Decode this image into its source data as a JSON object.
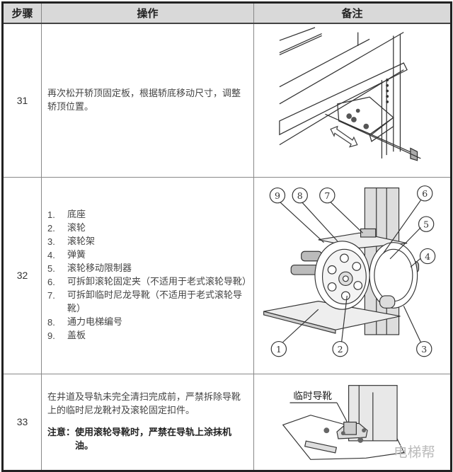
{
  "table": {
    "headers": [
      "步骤",
      "操作",
      "备注"
    ],
    "rows": [
      {
        "step": "31",
        "operation": "再次松开轿顶固定板，根据轿底移动尺寸，调整轿顶位置。",
        "figure": "car-top-fixing-plate-adjustment-illustration"
      },
      {
        "step": "32",
        "items": [
          {
            "num": "1.",
            "text": "底座"
          },
          {
            "num": "2.",
            "text": "滚轮"
          },
          {
            "num": "3.",
            "text": "滚轮架"
          },
          {
            "num": "4.",
            "text": "弹簧"
          },
          {
            "num": "5.",
            "text": "滚轮移动限制器"
          },
          {
            "num": "6.",
            "text": "可拆卸滚轮固定夹（不适用于老式滚轮导靴）"
          },
          {
            "num": "7.",
            "text": "可拆卸临时尼龙导靴（不适用于老式滚轮导靴）"
          },
          {
            "num": "8.",
            "text": "通力电梯编号"
          },
          {
            "num": "9.",
            "text": "盖板"
          }
        ],
        "figure": "roller-guide-shoe-illustration",
        "callouts": [
          "1",
          "2",
          "3",
          "4",
          "5",
          "6",
          "7",
          "8",
          "9"
        ]
      },
      {
        "step": "33",
        "operation": "在井道及导轨未完全清扫完成前，严禁拆除导靴上的临时尼龙靴衬及滚轮固定扣件。",
        "note_label": "注意：",
        "note_text": "使用滚轮导靴时，严禁在导轨上涂抹机油。",
        "figure": "temporary-guide-shoe-illustration",
        "figure_label": "临时导靴",
        "watermark": "电梯帮"
      }
    ]
  }
}
